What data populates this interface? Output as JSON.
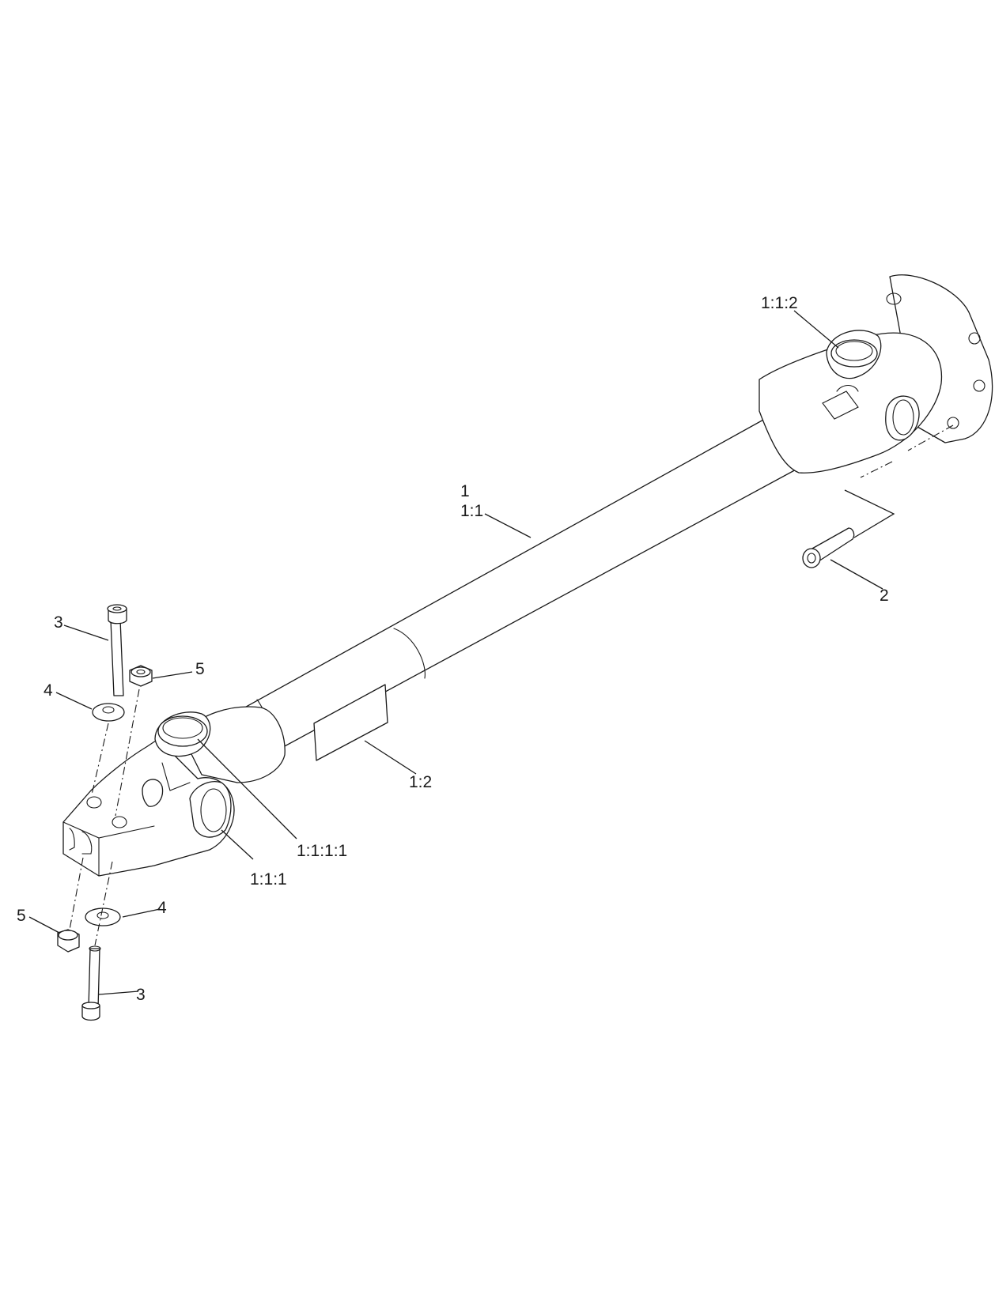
{
  "callouts": {
    "shaft_assembly": "1",
    "shaft_sub": "1:1",
    "yoke_top": "1:1:2",
    "bolt_flange": "2",
    "bolt_upper_left": "3",
    "washer_upper_left": "4",
    "nut_upper_left": "5",
    "decal": "1:2",
    "cross_bearing": "1:1:1:1",
    "yoke_front": "1:1:1",
    "nut_lower_left": "5",
    "washer_lower_left": "4",
    "bolt_lower_left": "3"
  }
}
